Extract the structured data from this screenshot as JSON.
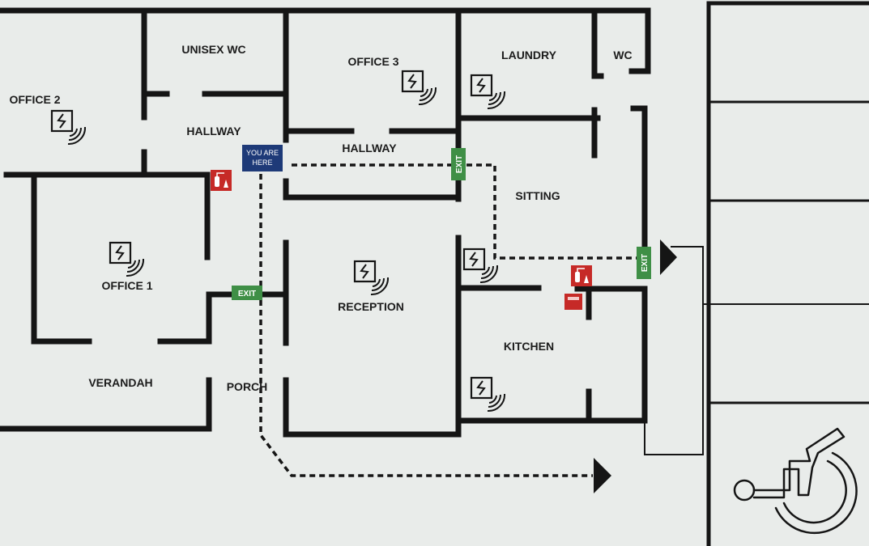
{
  "rooms": {
    "office_2": "OFFICE 2",
    "unisex_wc": "UNISEX WC",
    "office_3": "OFFICE 3",
    "laundry": "LAUNDRY",
    "wc": "WC",
    "hallway_left": "HALLWAY",
    "hallway_center": "HALLWAY",
    "sitting": "SITTING",
    "office_1": "OFFICE 1",
    "reception": "RECEPTION",
    "kitchen": "KITCHEN",
    "verandah": "VERANDAH",
    "porch": "PORCH"
  },
  "you_are_here": [
    "YOU ARE",
    "HERE"
  ],
  "exit_label": "EXIT",
  "icons": {
    "sensor": "wireless-sensor-icon",
    "extinguisher": "fire-extinguisher-icon",
    "accessible": "wheelchair-accessible-icon",
    "arrow": "evacuation-arrow-icon"
  },
  "colors": {
    "background": "#e9ecea",
    "walls": "#151515",
    "you_are_here": "#1e3a78",
    "exit": "#3f8f46",
    "fire": "#c62a27"
  }
}
